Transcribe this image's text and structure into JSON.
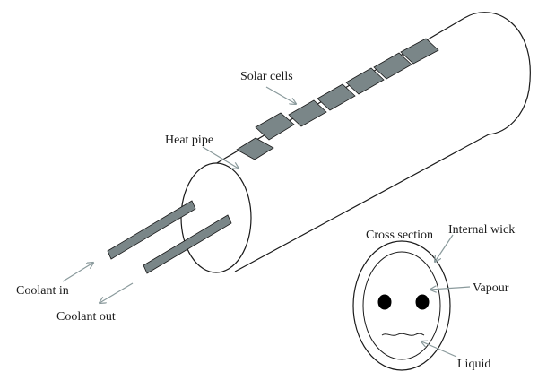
{
  "labels": {
    "solar_cells": "Solar cells",
    "heat_pipe": "Heat pipe",
    "coolant_in": "Coolant in",
    "coolant_out": "Coolant out",
    "cross_section": "Cross section",
    "internal_wick": "Internal wick",
    "vapour": "Vapour",
    "liquid": "Liquid"
  },
  "colors": {
    "cell_fill": "#7a8688",
    "arrow": "#8a9a9c",
    "outline": "#1a1a1a"
  }
}
